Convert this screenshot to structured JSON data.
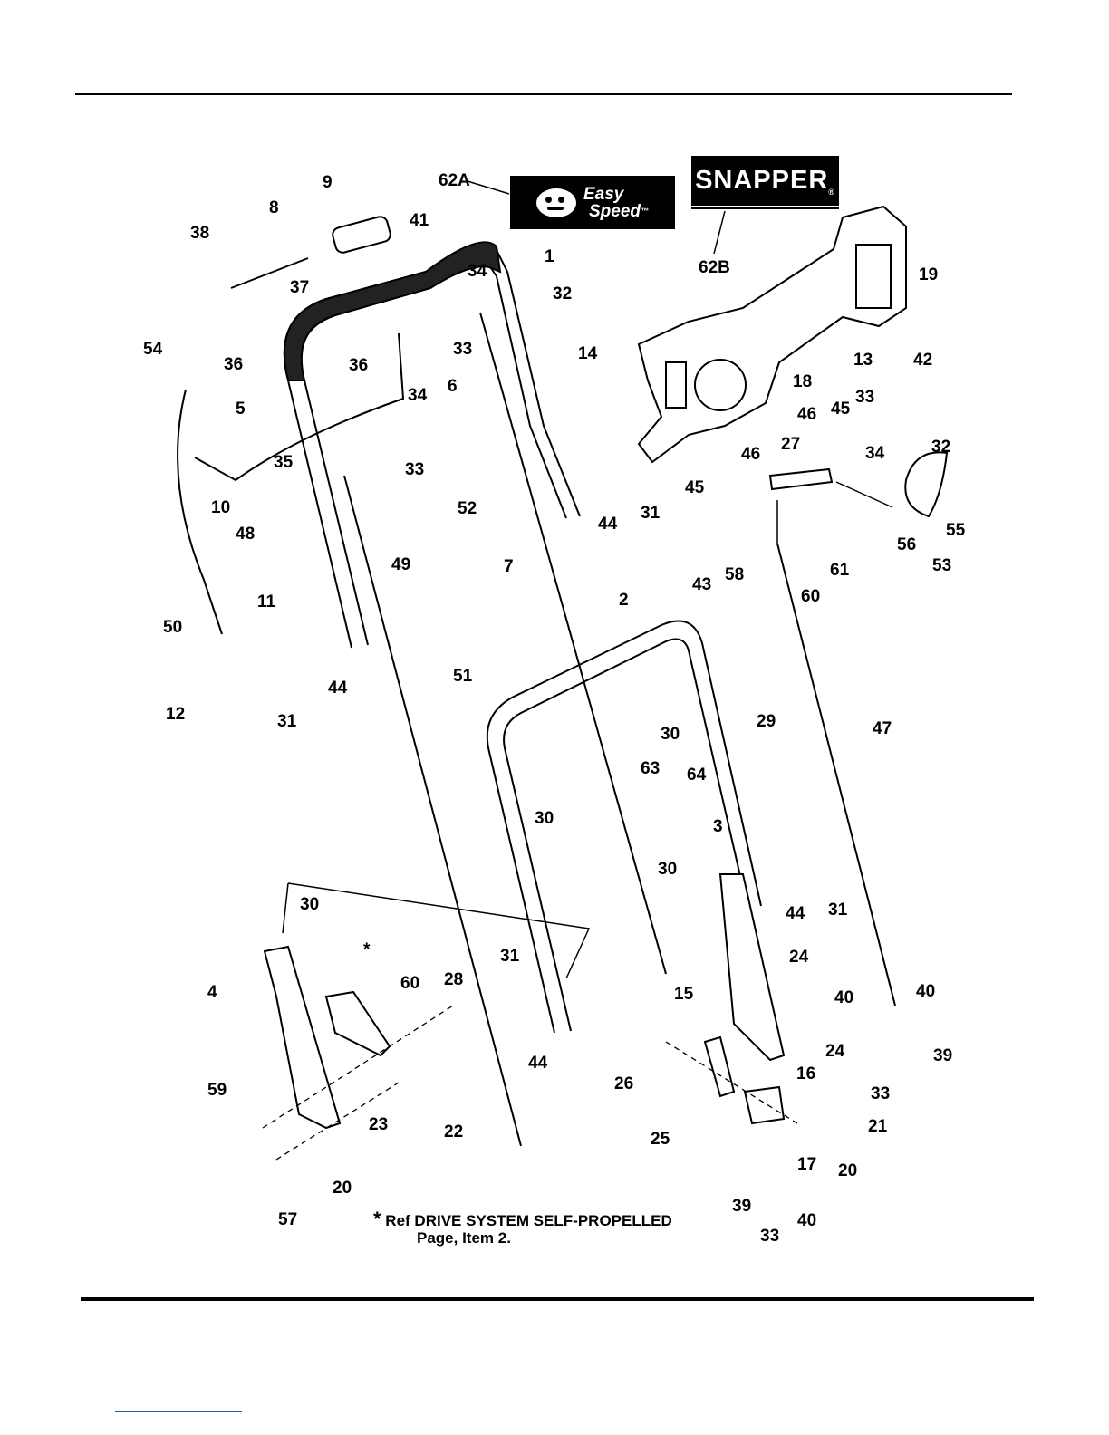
{
  "logos": {
    "easy_speed_line1": "Easy",
    "easy_speed_line2": "Speed",
    "easy_speed_tm": "™",
    "snapper": "SNAPPER",
    "snapper_reg": "®"
  },
  "note": {
    "asterisk": "*",
    "line1": "Ref DRIVE SYSTEM SELF-PROPELLED",
    "line2": "Page, Item 2."
  },
  "callouts": [
    "62A",
    "62B",
    "9",
    "8",
    "41",
    "38",
    "37",
    "34",
    "1",
    "32",
    "33",
    "6",
    "36",
    "54",
    "5",
    "10",
    "35",
    "52",
    "49",
    "48",
    "50",
    "11",
    "12",
    "31",
    "44",
    "51",
    "7",
    "14",
    "18",
    "13",
    "42",
    "19",
    "46",
    "45",
    "27",
    "56",
    "53",
    "55",
    "58",
    "43",
    "60",
    "61",
    "47",
    "2",
    "30",
    "29",
    "63",
    "64",
    "3",
    "4",
    "28",
    "23",
    "22",
    "59",
    "20",
    "57",
    "15",
    "26",
    "25",
    "16",
    "17",
    "21",
    "24",
    "40",
    "39"
  ]
}
